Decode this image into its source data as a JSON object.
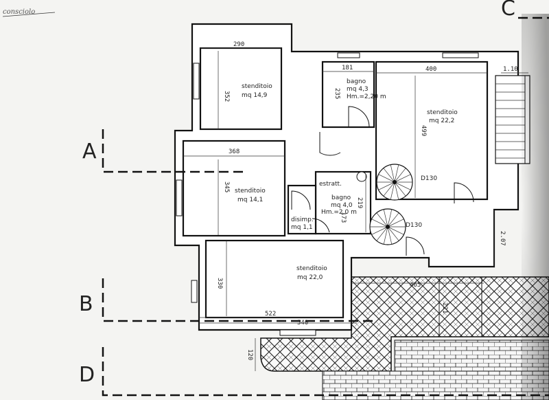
{
  "corner_note": "consciolo",
  "corner_letter": "C",
  "sections": [
    "A",
    "B",
    "D"
  ],
  "rooms": {
    "r1": {
      "name": "stenditoio",
      "area": "mq 14,9"
    },
    "r2": {
      "name": "bagno",
      "area": "mq 4,3",
      "height": "Hm.=2,20 m"
    },
    "r3": {
      "name": "stenditoio",
      "area": "mq 22,2"
    },
    "r4": {
      "name": "stenditoio",
      "area": "mq 14,1"
    },
    "r5": {
      "name": "estratt."
    },
    "r6": {
      "name": "bagno",
      "area": "mq 4,0",
      "height": "Hm.=2,0 m"
    },
    "r7": {
      "name": "disimp.",
      "area": "mq 1,1"
    },
    "r8": {
      "name": "stenditoio",
      "area": "mq 22,0"
    }
  },
  "stairs": [
    "D130",
    "D130"
  ],
  "dimensions": [
    "290",
    "352",
    "181",
    "235",
    "400",
    "499",
    "1.10",
    "368",
    "345",
    "219",
    "173",
    "2.07",
    "330",
    "465",
    "221",
    "522",
    "540",
    "120"
  ],
  "colors": {
    "ink": "#111111",
    "paper": "#f4f4f2"
  }
}
